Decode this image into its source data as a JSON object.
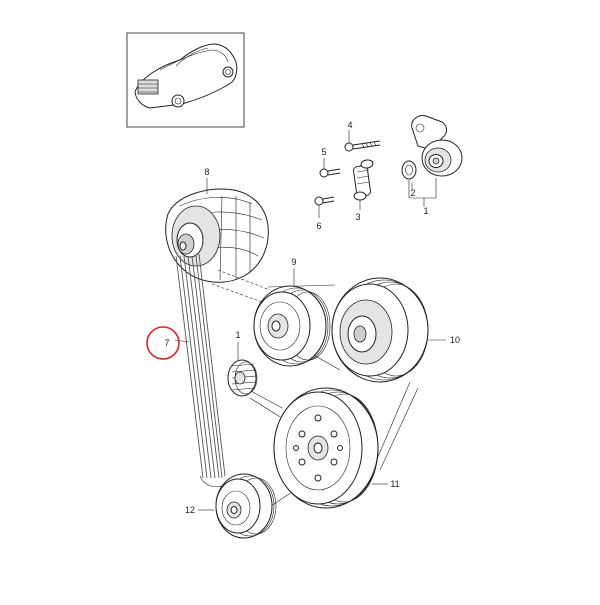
{
  "diagram": {
    "callouts": [
      {
        "id": "c1",
        "text": "1"
      },
      {
        "id": "c2",
        "text": "2"
      },
      {
        "id": "c3",
        "text": "3"
      },
      {
        "id": "c4",
        "text": "4"
      },
      {
        "id": "c5",
        "text": "5"
      },
      {
        "id": "c6",
        "text": "6"
      },
      {
        "id": "c7",
        "text": "7"
      },
      {
        "id": "c8",
        "text": "8"
      },
      {
        "id": "c9",
        "text": "9"
      },
      {
        "id": "c10",
        "text": "10"
      },
      {
        "id": "c11",
        "text": "11"
      },
      {
        "id": "c12",
        "text": "12"
      }
    ],
    "highlight": {
      "target": "7",
      "color": "#e02020"
    },
    "line_color": "#222222"
  }
}
